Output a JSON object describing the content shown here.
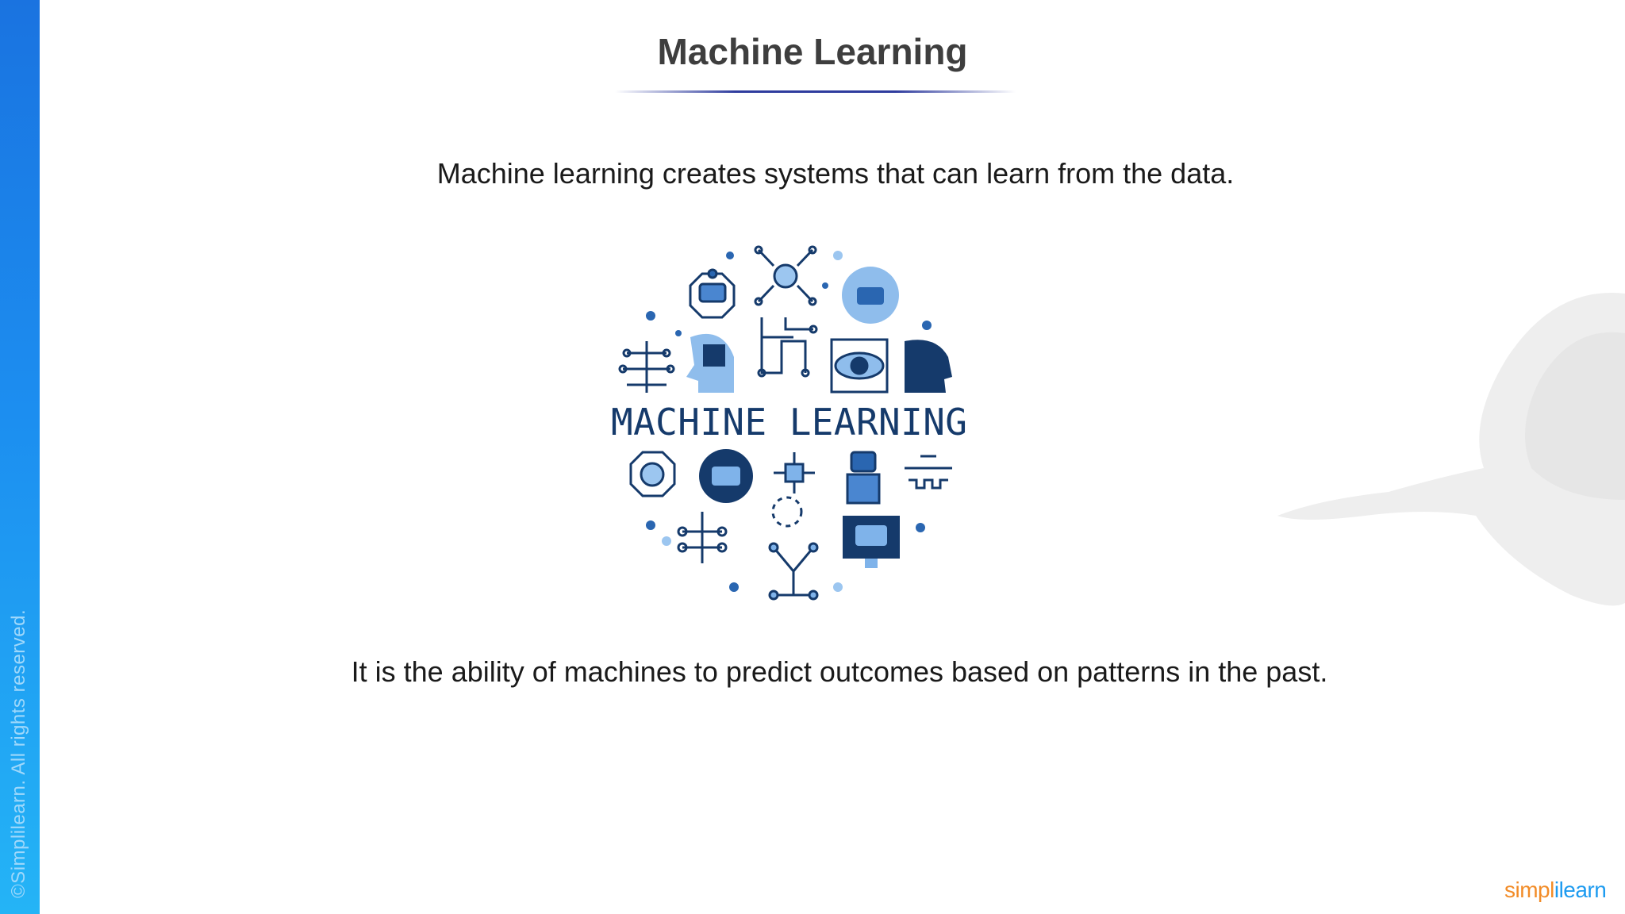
{
  "slide": {
    "title": "Machine Learning",
    "line1": "Machine learning creates systems that can learn from the data.",
    "line2": "It is the ability of machines to predict outcomes based on patterns in the past."
  },
  "illustration": {
    "caption": "MACHINE LEARNING",
    "icon": "machine-learning-circular-icon-set"
  },
  "brand": {
    "copyright": "©Simplilearn. All rights reserved.",
    "logo_part1": "simpl",
    "logo_part2": "ilearn"
  },
  "colors": {
    "sidebar": "#1c8ef0",
    "icon_dark": "#153a6b",
    "icon_mid": "#2a66b1",
    "icon_light": "#7fb3ea",
    "logo_orange": "#f28c28",
    "logo_blue": "#1d9bf0"
  }
}
